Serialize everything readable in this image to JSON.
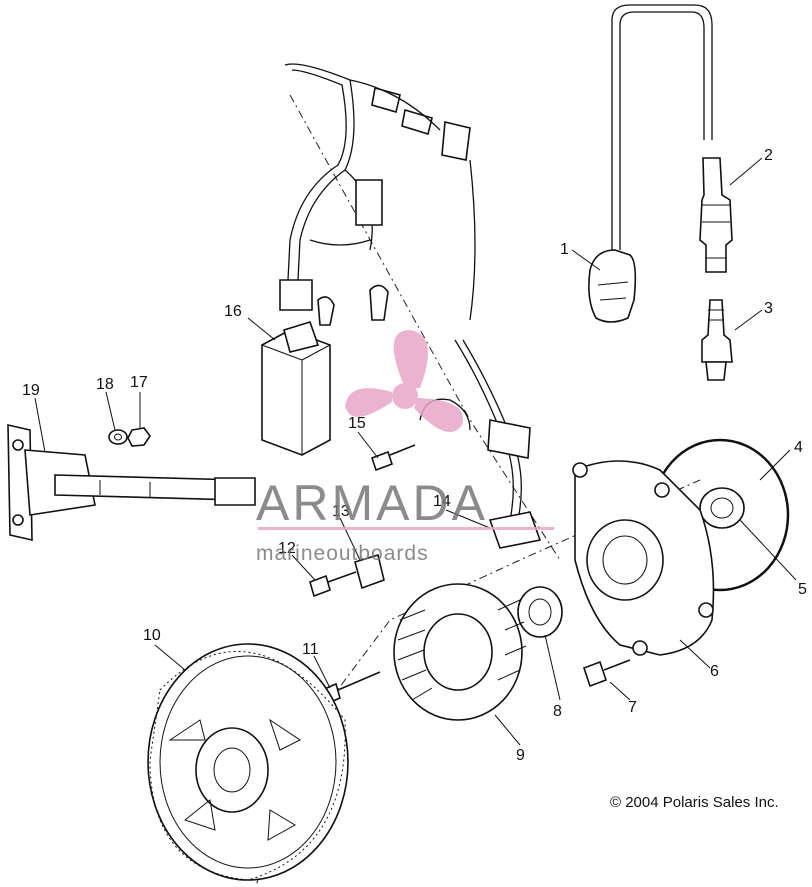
{
  "callouts": [
    "1",
    "2",
    "3",
    "4",
    "5",
    "6",
    "7",
    "8",
    "9",
    "10",
    "11",
    "12",
    "13",
    "14",
    "15",
    "16",
    "17",
    "18",
    "19"
  ],
  "watermark": {
    "brand": "ARMADA",
    "tagline": "marineoutboards",
    "logo_icon": "propeller-logo-icon",
    "accent_color": "#e9a6c8"
  },
  "copyright": "© 2004 Polaris Sales Inc."
}
